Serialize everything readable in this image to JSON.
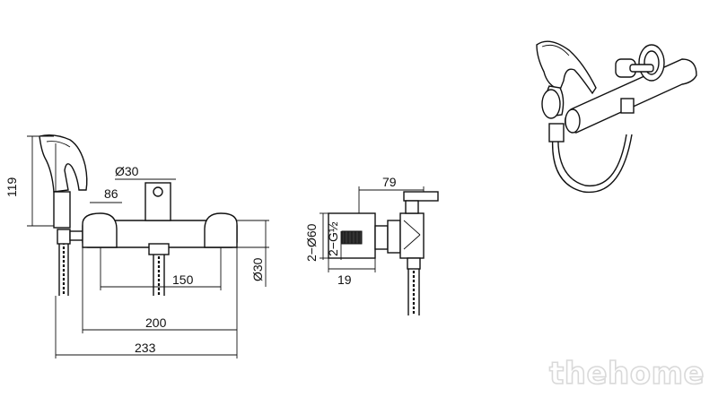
{
  "dimensions": {
    "height_119": "119",
    "handle_86": "86",
    "diameter_top_30": "Ø30",
    "spacing_150": "150",
    "width_200": "200",
    "total_233": "233",
    "side_diameter_30": "Ø30",
    "depth_79": "79",
    "flange_60": "2−Ø60",
    "thread": "2−G½",
    "offset_19": "19"
  },
  "watermark": {
    "text": "thehome"
  },
  "colors": {
    "line": "#111111",
    "background": "#ffffff",
    "watermark": "#d9d9d9"
  }
}
